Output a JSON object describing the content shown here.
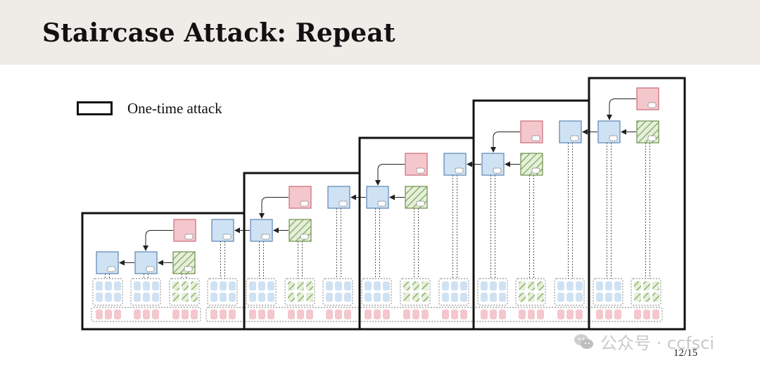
{
  "slide": {
    "title": "Staircase Attack: Repeat",
    "legend": {
      "label": "One-time attack"
    },
    "page_number": "12/15",
    "watermark": "公众号 · ccfsci"
  },
  "colors": {
    "block_blue": "#cfe2f3",
    "block_pink": "#f4c7cc",
    "block_green_hatch": "#a8c58a",
    "frame": "#111111",
    "title_bar": "#efece8"
  },
  "diagram": {
    "stages": 5,
    "block_levels_per_stage": 2,
    "description_icons": [
      "token-block",
      "hatched-block",
      "attacker-block"
    ]
  }
}
